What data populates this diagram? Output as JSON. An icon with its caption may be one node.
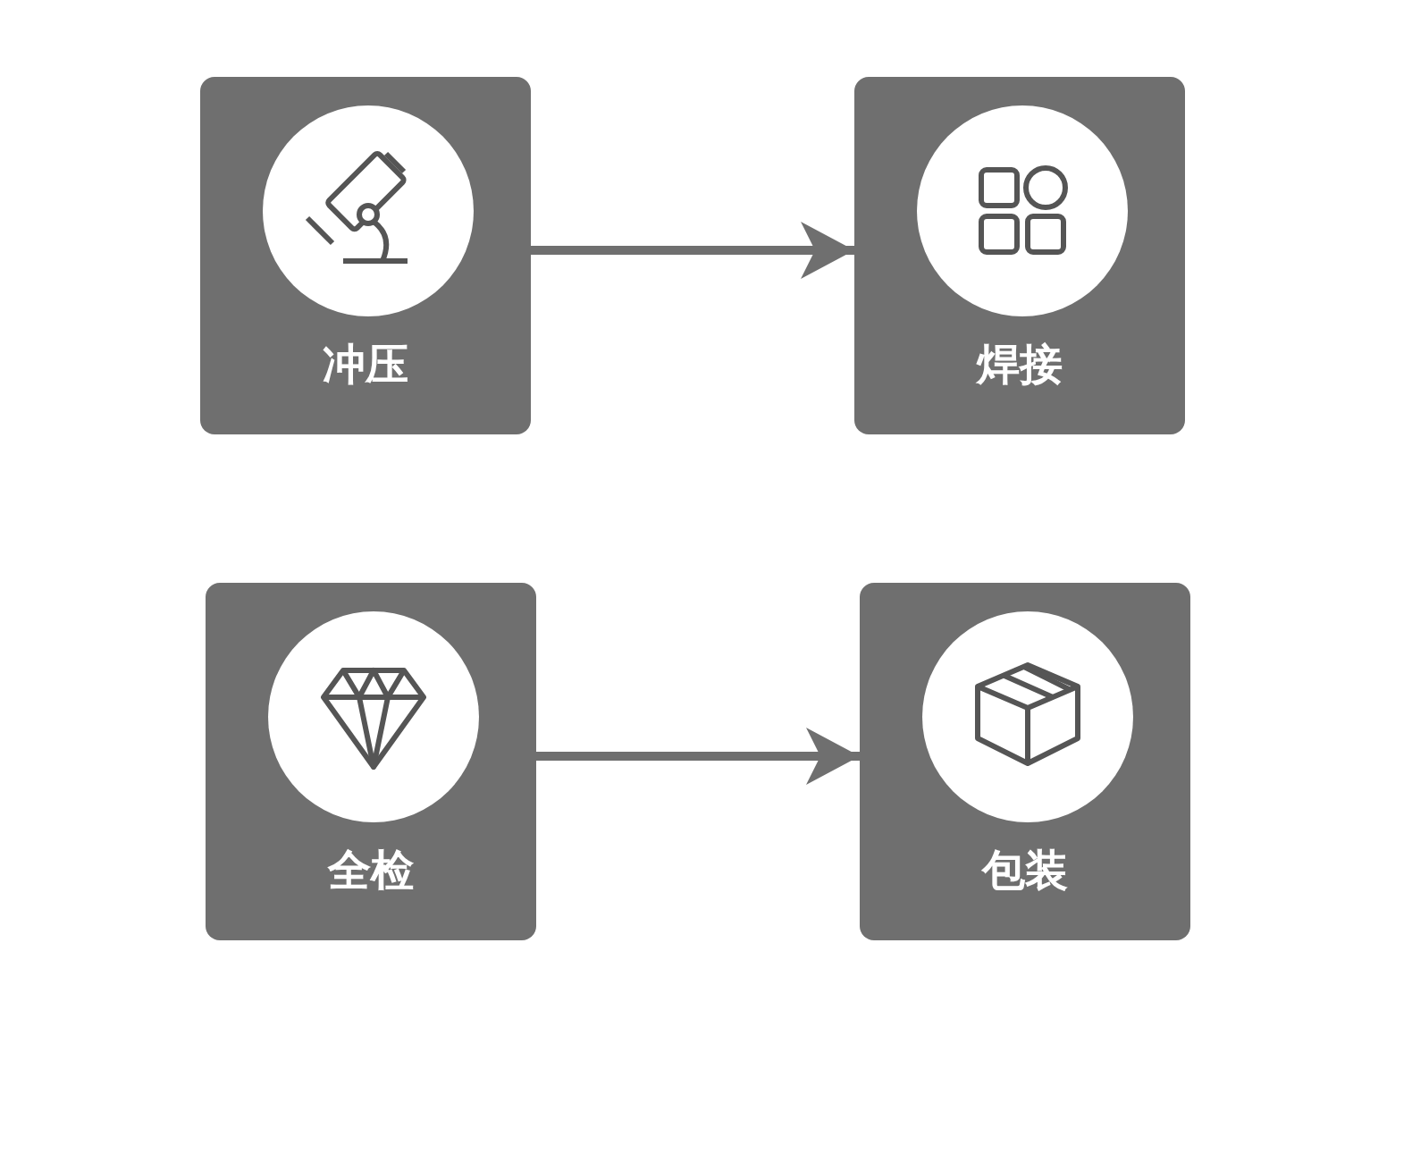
{
  "diagram": {
    "nodes": [
      {
        "text": [
          "冲压"
        ]
      },
      {
        "text": [
          "焊接"
        ]
      },
      {
        "text": [
          "全检"
        ]
      },
      {
        "text": [
          "包装"
        ]
      }
    ],
    "edges": [
      {
        "from": 0,
        "to": 1,
        "arrow": "to"
      },
      {
        "from": 2,
        "to": 3,
        "arrow": "to"
      }
    ]
  }
}
